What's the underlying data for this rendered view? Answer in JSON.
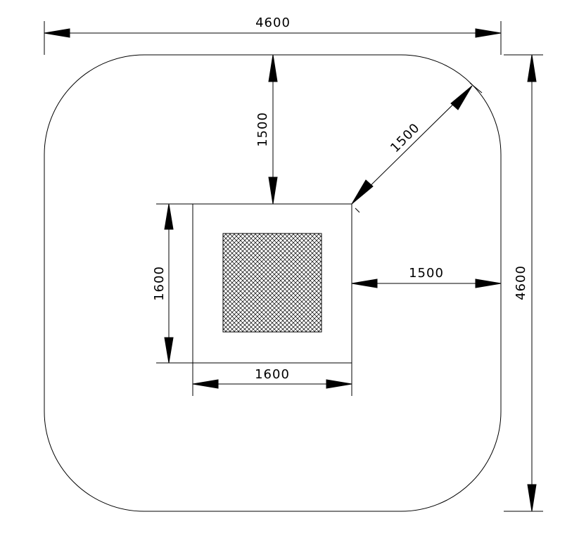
{
  "dimensions": {
    "overall_width": "4600",
    "overall_height": "4600",
    "top_clearance": "1500",
    "diagonal_clearance": "1500",
    "side_clearance": "1500",
    "base_height": "1600",
    "base_width": "1600"
  },
  "colors": {
    "line": "#000000",
    "background": "#ffffff"
  }
}
